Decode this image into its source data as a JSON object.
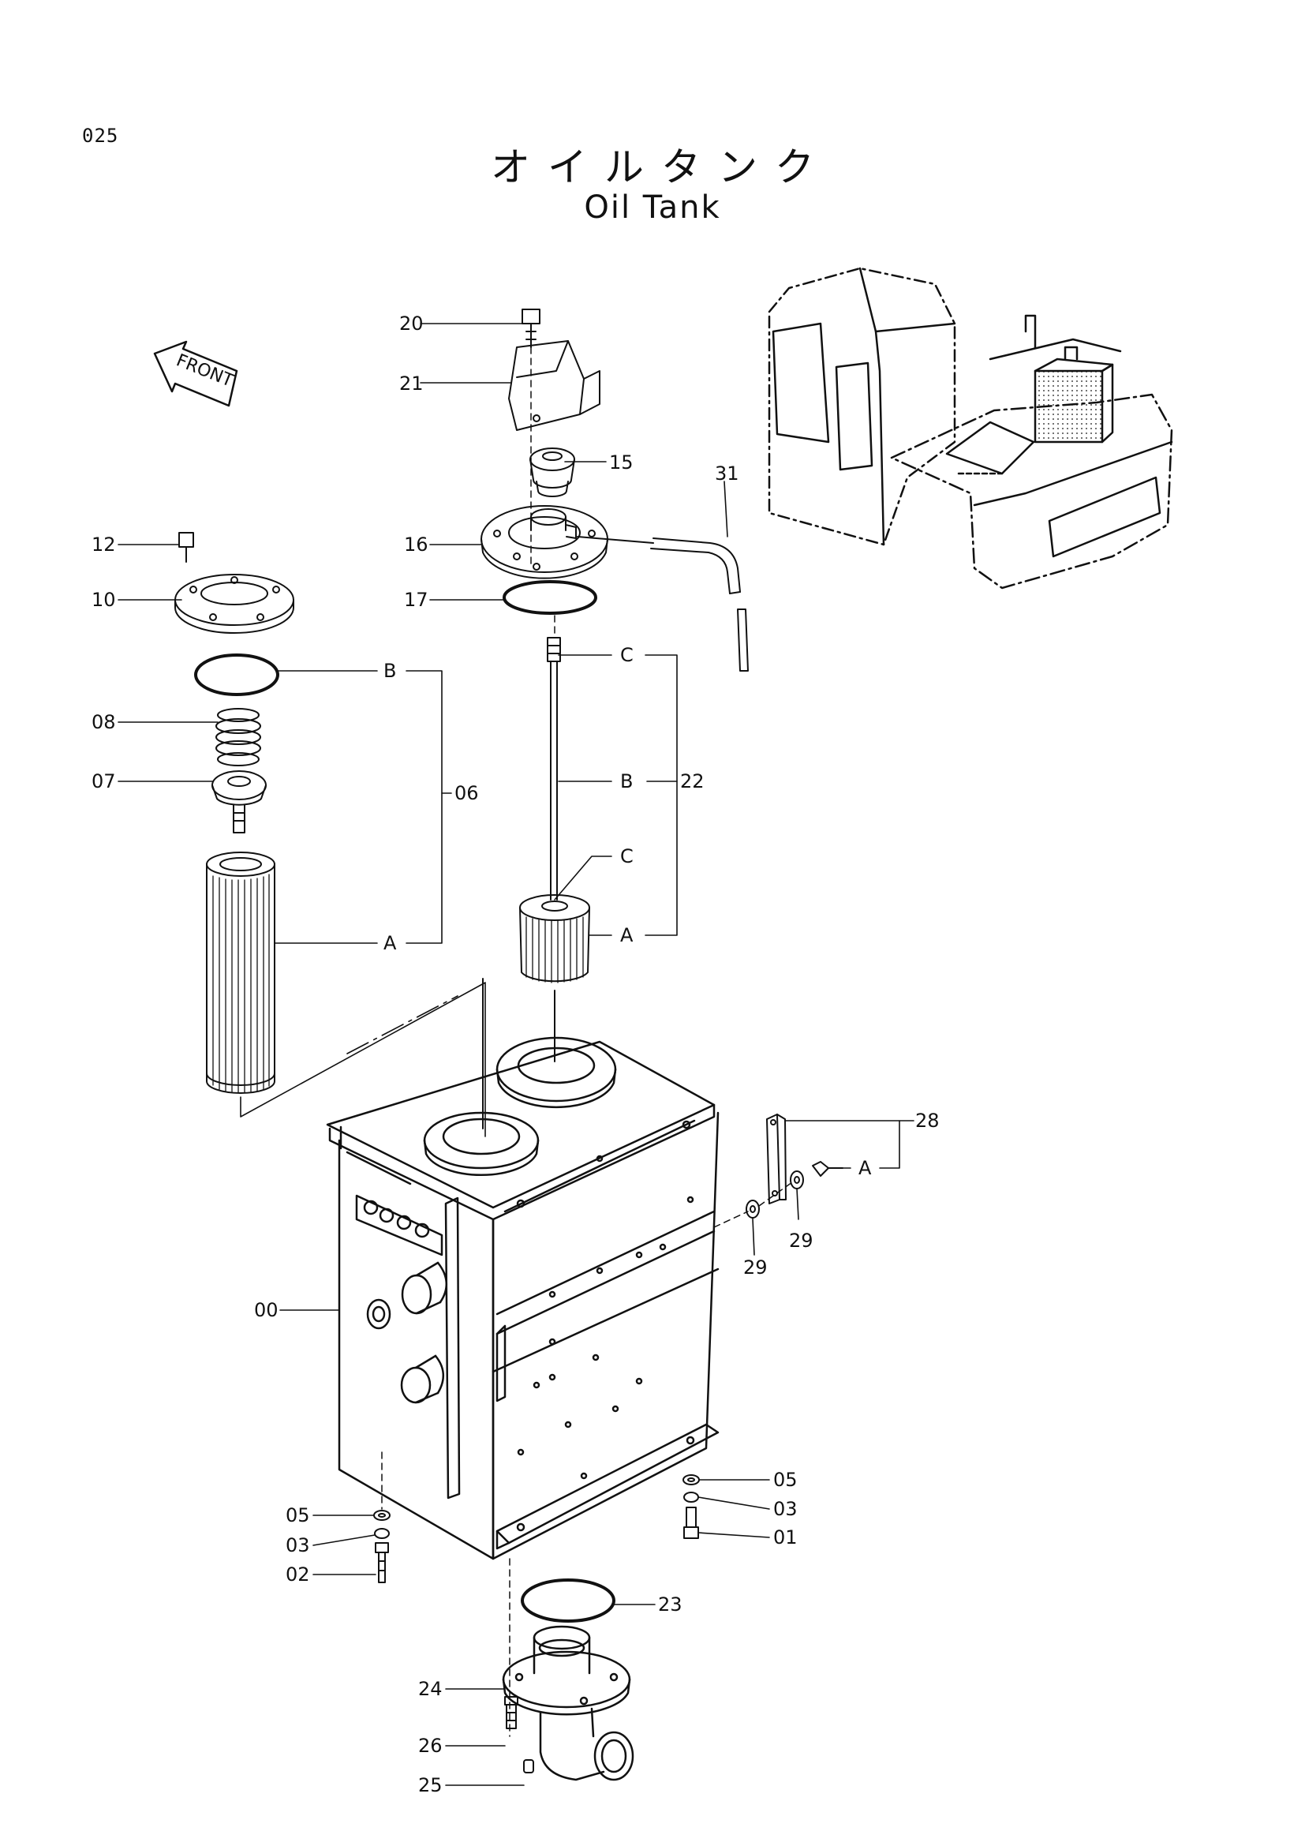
{
  "page_number": "025",
  "title_jp": "オイルタンク",
  "title_en": "Oil Tank",
  "front_label": "FRONT",
  "callouts": {
    "c00": "00",
    "c01": "01",
    "c02": "02",
    "c03a": "03",
    "c03b": "03",
    "c05a": "05",
    "c05b": "05",
    "c06": "06",
    "c07": "07",
    "c08": "08",
    "c10": "10",
    "c12": "12",
    "c15": "15",
    "c16": "16",
    "c17": "17",
    "c20": "20",
    "c21": "21",
    "c22": "22",
    "c23": "23",
    "c24": "24",
    "c25": "25",
    "c26": "26",
    "c28": "28",
    "c29a": "29",
    "c29b": "29",
    "c31": "31"
  },
  "group_letters": {
    "g06_b": "B",
    "g06_a": "A",
    "g22_c1": "C",
    "g22_b": "B",
    "g22_c2": "C",
    "g22_a": "A",
    "g28_a": "A"
  }
}
